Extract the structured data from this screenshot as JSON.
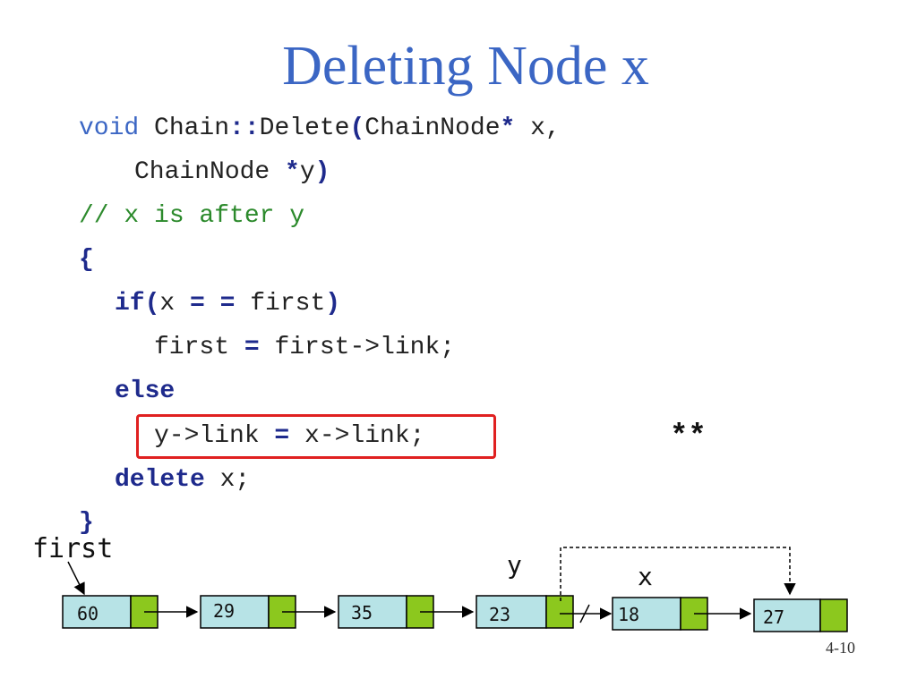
{
  "title": "Deleting Node x",
  "code": {
    "line1_kw": "void",
    "line1_a": " Chain",
    "line1_b": "::",
    "line1_c": "Delete",
    "line1_d": "(",
    "line1_e": "ChainNode",
    "line1_f": "*",
    "line1_g": " x,",
    "line2_a": "ChainNode ",
    "line2_b": "*",
    "line2_c": "y",
    "line2_d": ")",
    "line3": "// x is after y",
    "line4": "{",
    "line5_kw": "if",
    "line5_a": "(",
    "line5_b": "x ",
    "line5_c": "= =",
    "line5_d": " first",
    "line5_e": ")",
    "line6_a": "first ",
    "line6_b": "=",
    "line6_c": " first->link;",
    "line7": "else",
    "line8_a": "y->link ",
    "line8_b": "=",
    "line8_c": " x->link;",
    "line9_kw": "delete",
    "line9_a": " x;",
    "line10": "}"
  },
  "stars": "**",
  "diagram": {
    "first_label": "first",
    "y_label": "y",
    "x_label": "x",
    "nodes": [
      "60",
      "29",
      "35",
      "23",
      "18",
      "27"
    ]
  },
  "footer": "4-10"
}
